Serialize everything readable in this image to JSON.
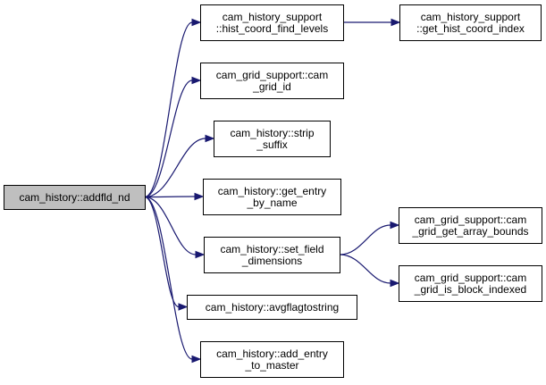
{
  "colors": {
    "edge": "#191970",
    "root_fill": "#bfbfbf",
    "node_fill": "#ffffff",
    "border": "#000000"
  },
  "nodes": [
    {
      "id": "addfld_nd",
      "lines": [
        "cam_history::addfld_nd"
      ]
    },
    {
      "id": "hist_coord_find_levels",
      "lines": [
        "cam_history_support",
        "::hist_coord_find_levels"
      ]
    },
    {
      "id": "get_hist_coord_index",
      "lines": [
        "cam_history_support",
        "::get_hist_coord_index"
      ]
    },
    {
      "id": "cam_grid_id",
      "lines": [
        "cam_grid_support::cam",
        "_grid_id"
      ]
    },
    {
      "id": "strip_suffix",
      "lines": [
        "cam_history::strip",
        "_suffix"
      ]
    },
    {
      "id": "get_entry_by_name",
      "lines": [
        "cam_history::get_entry",
        "_by_name"
      ]
    },
    {
      "id": "set_field_dimensions",
      "lines": [
        "cam_history::set_field",
        "_dimensions"
      ]
    },
    {
      "id": "cam_grid_get_array_bounds",
      "lines": [
        "cam_grid_support::cam",
        "_grid_get_array_bounds"
      ]
    },
    {
      "id": "cam_grid_is_block_indexed",
      "lines": [
        "cam_grid_support::cam",
        "_grid_is_block_indexed"
      ]
    },
    {
      "id": "avgflagtostring",
      "lines": [
        "cam_history::avgflagtostring"
      ]
    },
    {
      "id": "add_entry_to_master",
      "lines": [
        "cam_history::add_entry",
        "_to_master"
      ]
    }
  ],
  "edges": [
    [
      "addfld_nd",
      "hist_coord_find_levels"
    ],
    [
      "hist_coord_find_levels",
      "get_hist_coord_index"
    ],
    [
      "addfld_nd",
      "cam_grid_id"
    ],
    [
      "addfld_nd",
      "strip_suffix"
    ],
    [
      "addfld_nd",
      "get_entry_by_name"
    ],
    [
      "addfld_nd",
      "set_field_dimensions"
    ],
    [
      "set_field_dimensions",
      "cam_grid_get_array_bounds"
    ],
    [
      "set_field_dimensions",
      "cam_grid_is_block_indexed"
    ],
    [
      "addfld_nd",
      "avgflagtostring"
    ],
    [
      "addfld_nd",
      "add_entry_to_master"
    ]
  ]
}
